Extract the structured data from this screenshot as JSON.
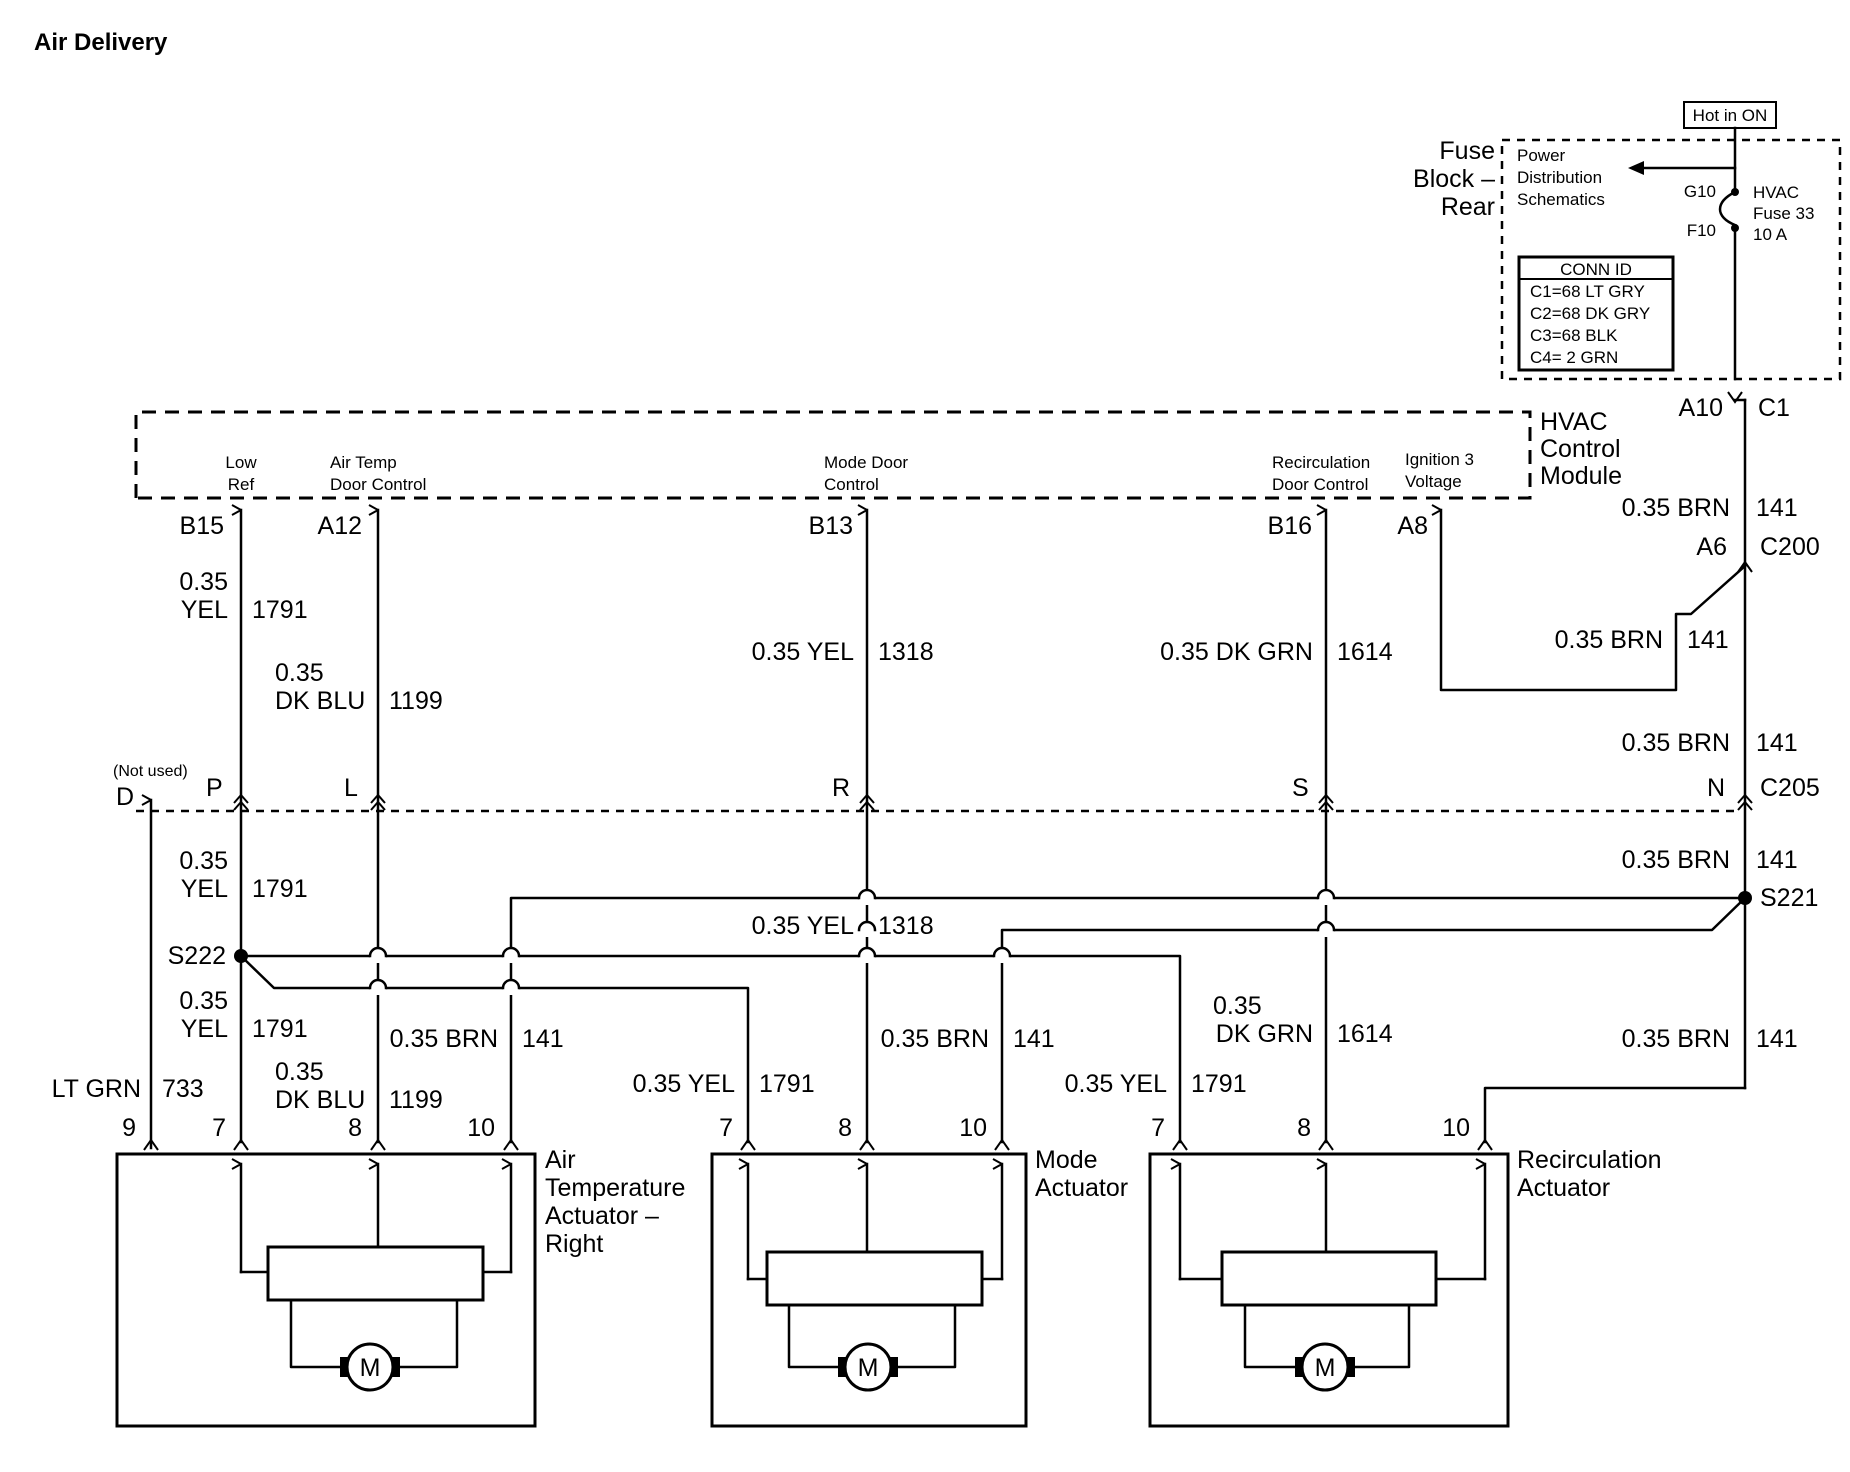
{
  "title": "Air Delivery",
  "top_right": {
    "hot_in_on": "Hot in ON",
    "fuse_block_label": [
      "Fuse",
      "Block –",
      "Rear"
    ],
    "power_distribution": [
      "Power",
      "Distribution",
      "Schematics"
    ],
    "fuse_pin_in": "G10",
    "fuse_pin_out": "F10",
    "fuse_label": [
      "HVAC",
      "Fuse 33",
      "10 A"
    ],
    "conn_id": {
      "header": "CONN ID",
      "rows": [
        "C1=68 LT GRY",
        "C2=68 DK GRY",
        "C3=68 BLK",
        "C4= 2 GRN"
      ]
    }
  },
  "hvac_module": {
    "name": [
      "HVAC",
      "Control",
      "Module"
    ],
    "connector_pin": "A10",
    "connector_id": "C1",
    "inputs": [
      {
        "label": [
          "Low",
          "Ref"
        ],
        "pin": "B15"
      },
      {
        "label": [
          "Air Temp",
          "Door Control"
        ],
        "pin": "A12"
      },
      {
        "label": [
          "Mode Door",
          "Control"
        ],
        "pin": "B13"
      },
      {
        "label": [
          "Recirculation",
          "Door Control"
        ],
        "pin": "B16"
      },
      {
        "label": [
          "Ignition 3",
          "Voltage"
        ],
        "pin": "A8"
      }
    ]
  },
  "wires": {
    "w1791_upper": {
      "size": "0.35",
      "color": "YEL",
      "circuit": "1791"
    },
    "w1199_upper": {
      "size": "0.35",
      "color": "DK BLU",
      "circuit": "1199"
    },
    "w1318_upper": {
      "gauge_color": "0.35 YEL",
      "circuit": "1318"
    },
    "w1614_upper": {
      "gauge_color": "0.35 DK GRN",
      "circuit": "1614"
    },
    "w141_a10": {
      "gauge_color": "0.35 BRN",
      "circuit": "141"
    },
    "c200": {
      "pin": "A6",
      "id": "C200"
    },
    "w141_a8": {
      "gauge_color": "0.35 BRN",
      "circuit": "141"
    },
    "w141_c205_upper": {
      "gauge_color": "0.35 BRN",
      "circuit": "141"
    },
    "w1791_mid": {
      "size": "0.35",
      "color": "YEL",
      "circuit": "1791"
    },
    "w141_c205_lower": {
      "gauge_color": "0.35 BRN",
      "circuit": "141"
    },
    "s221": "S221",
    "s222": "S222",
    "w1318_mid": {
      "gauge_color": "0.35 YEL",
      "circuit": "1318"
    },
    "w1791_lower": {
      "size": "0.35",
      "color": "YEL",
      "circuit": "1791"
    },
    "w1199_lower": {
      "size": "0.35",
      "color": "DK BLU",
      "circuit": "1199"
    },
    "w141_air": {
      "gauge_color": "0.35 BRN",
      "circuit": "141"
    },
    "w733": {
      "color": "LT GRN",
      "circuit": "733"
    },
    "w1791_mode": {
      "gauge_color": "0.35 YEL",
      "circuit": "1791"
    },
    "w141_mode": {
      "gauge_color": "0.35 BRN",
      "circuit": "141"
    },
    "w1791_recirc": {
      "gauge_color": "0.35 YEL",
      "circuit": "1791"
    },
    "w1614_lower": {
      "size": "0.35",
      "color": "DK GRN",
      "circuit": "1614"
    },
    "w141_recirc": {
      "gauge_color": "0.35 BRN",
      "circuit": "141"
    }
  },
  "c205": {
    "id": "C205",
    "not_used": "(Not used)",
    "pins": [
      "D",
      "P",
      "L",
      "R",
      "S",
      "N"
    ]
  },
  "actuators": [
    {
      "name": [
        "Air",
        "Temperature",
        "Actuator –",
        "Right"
      ],
      "pins": [
        "9",
        "7",
        "8",
        "10"
      ],
      "motor": "M"
    },
    {
      "name": [
        "Mode",
        "Actuator"
      ],
      "pins": [
        "7",
        "8",
        "10"
      ],
      "motor": "M"
    },
    {
      "name": [
        "Recirculation",
        "Actuator"
      ],
      "pins": [
        "7",
        "8",
        "10"
      ],
      "motor": "M"
    }
  ]
}
